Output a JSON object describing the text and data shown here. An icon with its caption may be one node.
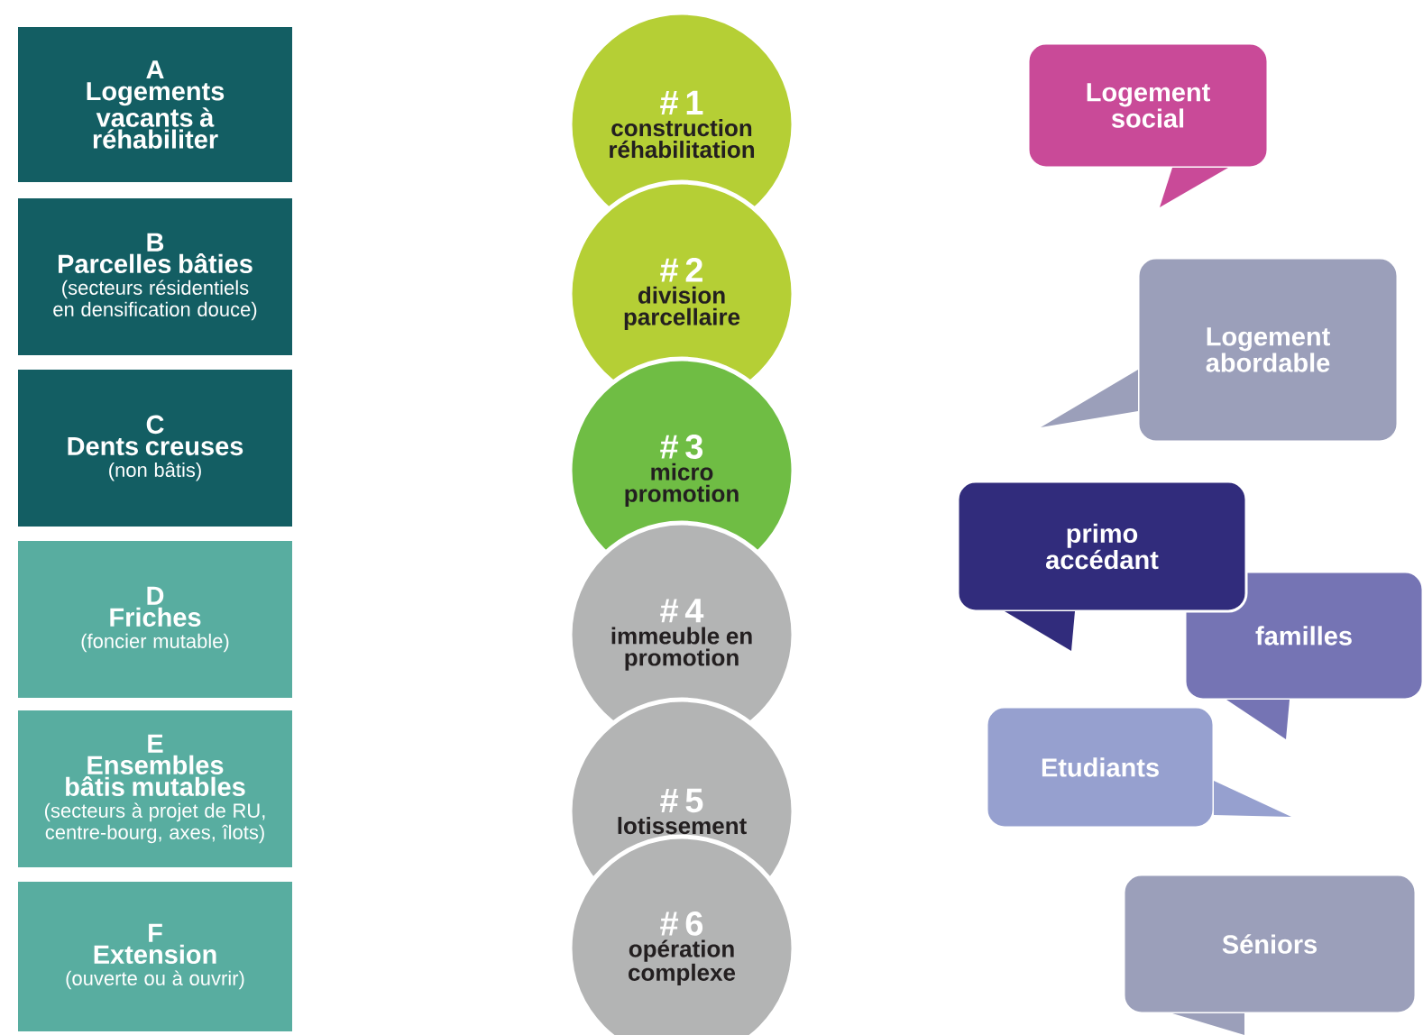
{
  "diagram": {
    "nodes": [
      {
        "text": [
          "A",
          "Logements vacants à réhabiliter"
        ]
      },
      {
        "text": [
          "B",
          "Parcelles bâties",
          "(secteurs résidentiels en densification douce)"
        ]
      },
      {
        "text": [
          "C",
          "Dents creuses",
          "(non bâtis)"
        ]
      },
      {
        "text": [
          "D",
          "Friches",
          "(foncier mutable)"
        ]
      },
      {
        "text": [
          "E",
          "Ensembles bâtis mutables",
          "(secteurs à projet de RU, centre-bourg, axes, îlots)"
        ]
      },
      {
        "text": [
          "F",
          "Extension",
          "(ouverte ou à ouvrir)"
        ]
      },
      {
        "text": [
          "# 1",
          "construction réhabilitation"
        ]
      },
      {
        "text": [
          "# 2",
          "division parcellaire"
        ]
      },
      {
        "text": [
          "# 3",
          "micro promotion"
        ]
      },
      {
        "text": [
          "# 4",
          "immeuble en promotion"
        ]
      },
      {
        "text": [
          "# 5",
          "lotissement"
        ]
      },
      {
        "text": [
          "# 6",
          "opération complexe"
        ]
      },
      {
        "text": [
          "Logement social"
        ]
      },
      {
        "text": [
          "Logement abordable"
        ]
      },
      {
        "text": [
          "primo accédant"
        ]
      },
      {
        "text": [
          "familles"
        ]
      },
      {
        "text": [
          "Etudiants"
        ]
      },
      {
        "text": [
          "Séniors"
        ]
      }
    ]
  }
}
